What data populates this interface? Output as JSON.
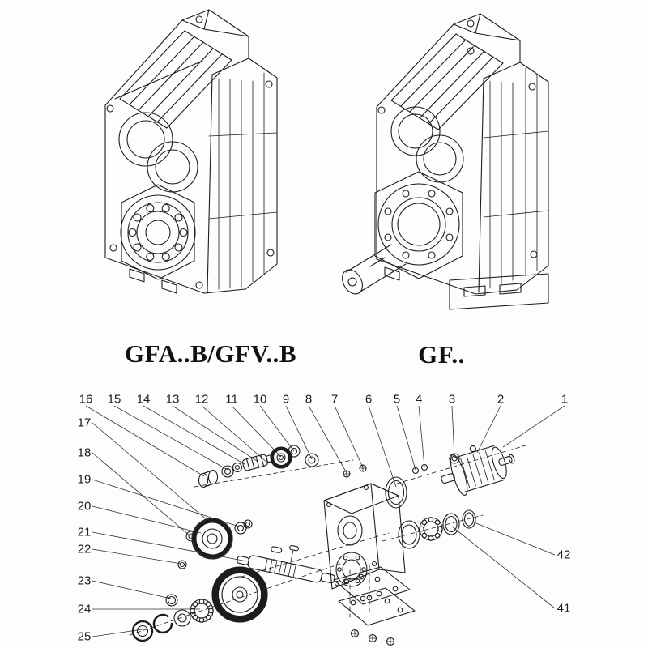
{
  "page": {
    "background": "#fdfdfd",
    "line_color": "#1c1c1c"
  },
  "models": {
    "left_label": "GFA..B/GFV..B",
    "right_label": "GF.."
  },
  "exploded": {
    "callouts_top": [
      "16",
      "15",
      "14",
      "13",
      "12",
      "11",
      "10",
      "9",
      "8",
      "7",
      "6",
      "5",
      "4",
      "3",
      "2",
      "1"
    ],
    "callouts_left": [
      "17",
      "18",
      "19",
      "20",
      "21",
      "22",
      "23",
      "24",
      "25"
    ],
    "callouts_right": [
      "42",
      "41"
    ]
  }
}
